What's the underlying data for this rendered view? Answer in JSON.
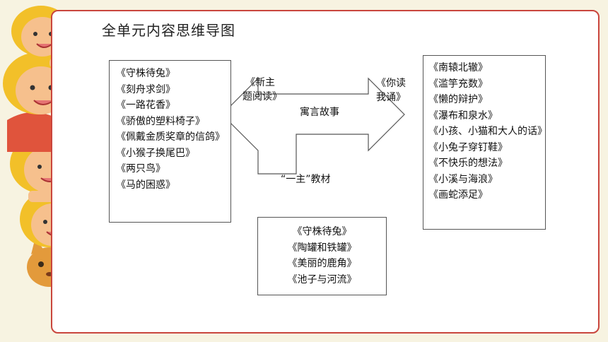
{
  "title": "全单元内容思维导图",
  "diagram": {
    "center_label": "寓言故事",
    "left_label": "《新主题阅读》",
    "right_label": "《你读我诵》",
    "bottom_label": "“一主”教材",
    "left_items": [
      "《守株待兔》",
      "《刻舟求剑》",
      "《一路花香》",
      "《骄傲的塑料椅子》",
      "《佩戴金质奖章的信鸽》",
      "《小猴子换尾巴》",
      "《两只鸟》",
      "《马的困惑》"
    ],
    "right_items": [
      "《南辕北辙》",
      "《滥竽充数》",
      "《懒的辩护》",
      "《瀑布和泉水》",
      "《小孩、小猫和大人的话》",
      "《小兔子穿钉鞋》",
      "《不快乐的想法》",
      "《小溪与海浪》",
      "《画蛇添足》"
    ],
    "bottom_items": [
      "《守株待兔》",
      "《陶罐和铁罐》",
      "《美丽的鹿角》",
      "《池子与河流》"
    ]
  },
  "colors": {
    "board_border": "#c9463d",
    "page_bg": "#f7f3e1",
    "skin": "#f6c08d",
    "hair": "#f2c029",
    "shirt": "#e0543c"
  },
  "icons": [
    "cartoon-children-border",
    "cat-face-icon"
  ]
}
